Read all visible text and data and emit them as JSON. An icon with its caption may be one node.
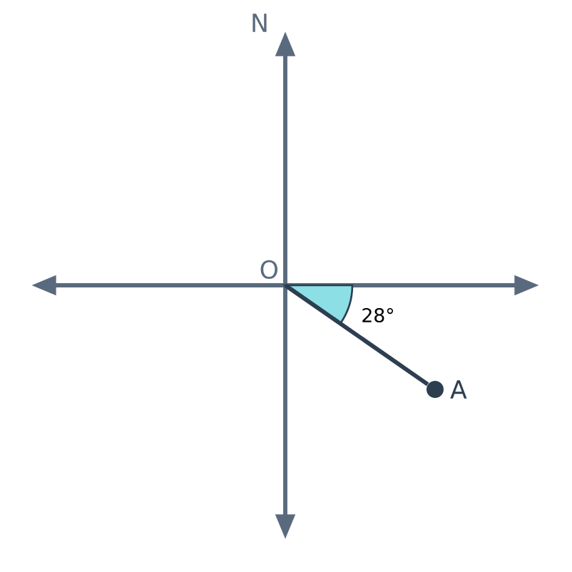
{
  "diagram": {
    "nodes": [
      {
        "text": [
          "O"
        ]
      },
      {
        "text": [
          "A"
        ]
      }
    ],
    "edges": [
      {
        "from": 0,
        "to": 1,
        "arrow": "none"
      }
    ],
    "labels": [
      "N",
      "28°"
    ]
  }
}
